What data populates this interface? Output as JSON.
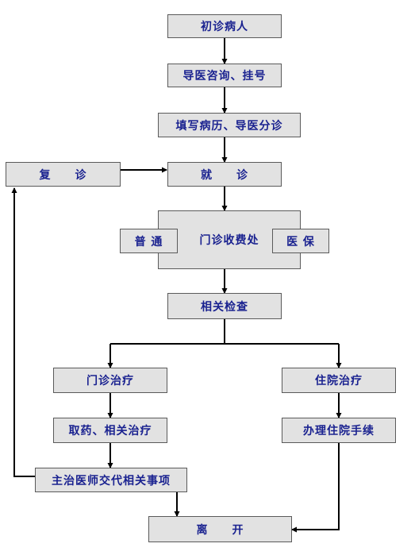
{
  "flowchart": {
    "first_visit": "初诊病人",
    "guide_consult": "导医咨询、挂号",
    "fill_record": "填写病历、导医分诊",
    "revisit": "复　　诊",
    "consultation": "就　　诊",
    "general": "普 通",
    "cashier": "门诊收费处",
    "medical_insurance": "医 保",
    "examination": "相关检查",
    "outpatient_treatment": "门诊治疗",
    "inpatient_treatment": "住院治疗",
    "get_medicine": "取药、相关治疗",
    "admission_procedure": "办理住院手续",
    "doctor_instructions": "主治医师交代相关事项",
    "leave": "离　　开"
  },
  "colors": {
    "box_fill": "#e2e2e2",
    "box_border": "#5a5a5a",
    "text": "#1a2290",
    "connector": "#000000"
  }
}
